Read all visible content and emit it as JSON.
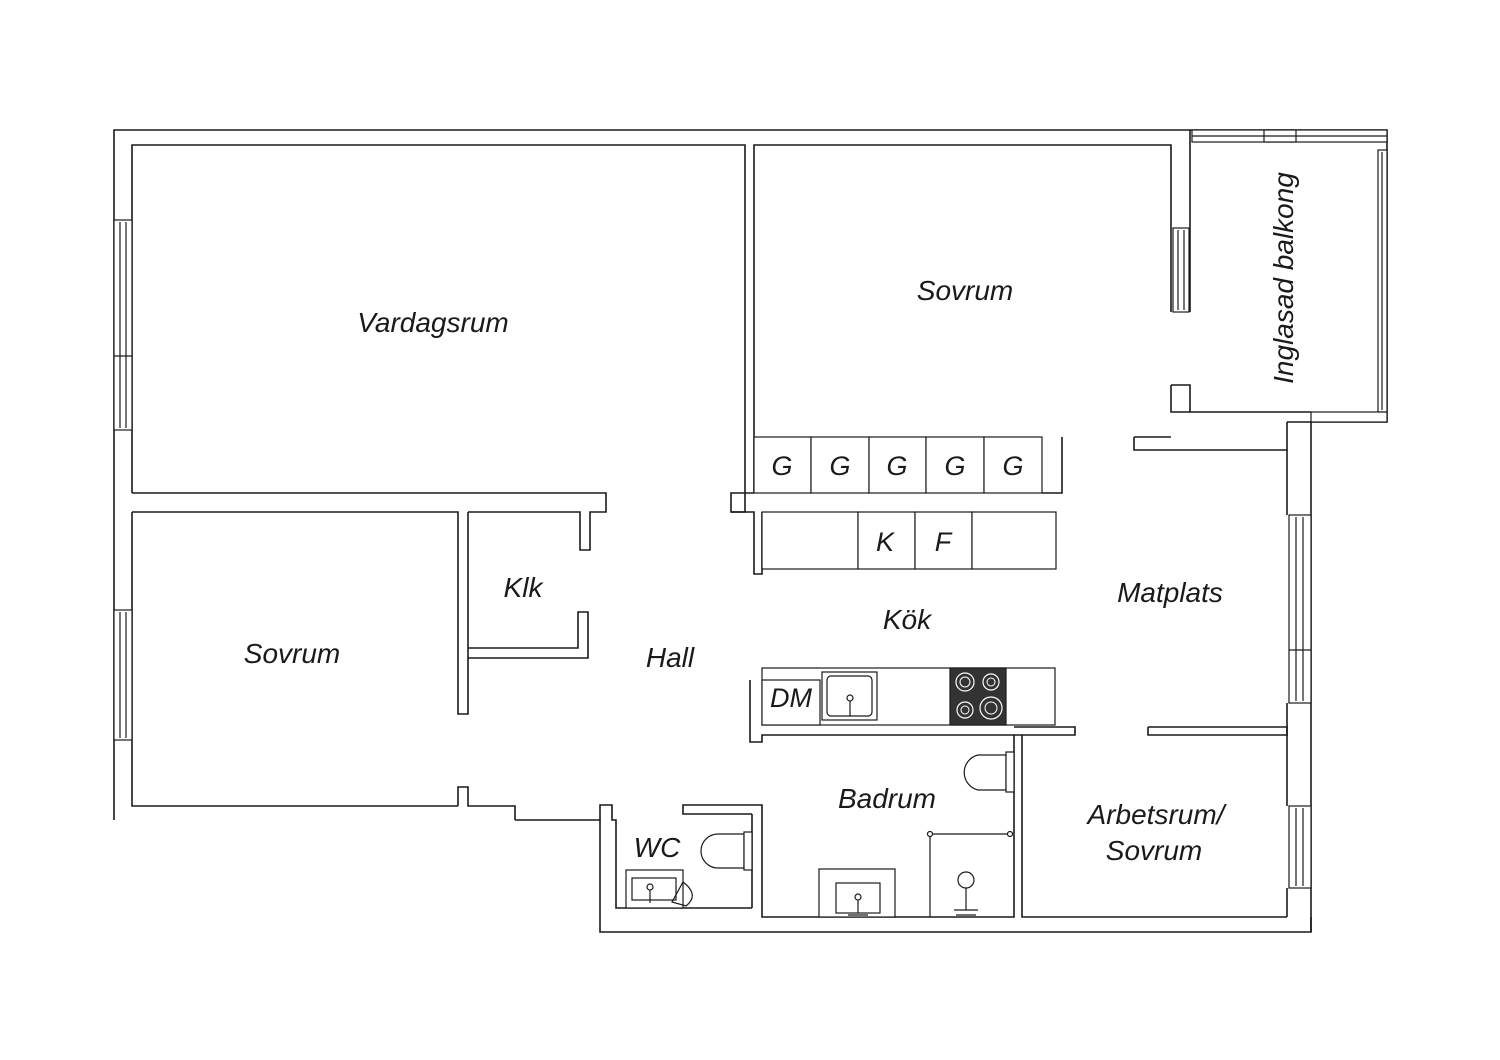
{
  "rooms": {
    "vardagsrum": "Vardagsrum",
    "sovrum_top": "Sovrum",
    "balkong": "Inglasad balkong",
    "sovrum_left": "Sovrum",
    "klk": "Klk",
    "hall": "Hall",
    "kok": "Kök",
    "matplats": "Matplats",
    "badrum": "Badrum",
    "wc": "WC",
    "arbetsrum_line1": "Arbetsrum/",
    "arbetsrum_line2": "Sovrum"
  },
  "fixtures": {
    "wardrobes": [
      "G",
      "G",
      "G",
      "G",
      "G"
    ],
    "fridge": "K",
    "freezer": "F",
    "dishwasher": "DM"
  },
  "colors": {
    "line": "#1a1a1a",
    "stove": "#333333",
    "background": "#ffffff"
  }
}
